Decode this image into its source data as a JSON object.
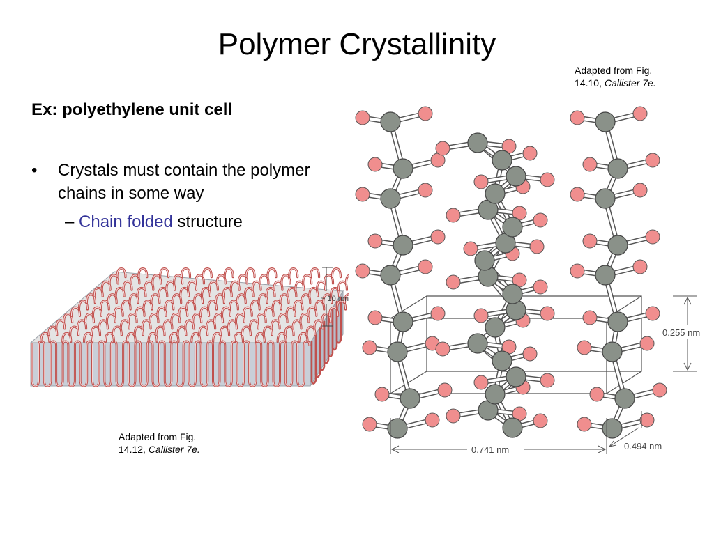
{
  "slide": {
    "title": "Polymer Crystallinity",
    "subtitle": "Ex: polyethylene unit cell",
    "bullet_marker": "•",
    "bullet": "Crystals must contain the polymer chains in some way",
    "sub_marker": "–",
    "sub_accent": "Chain folded",
    "sub_rest": "structure"
  },
  "captions": {
    "top": {
      "prefix": "Adapted from Fig.",
      "line2": "14.10,",
      "source": "Callister 7e."
    },
    "bottom": {
      "prefix": "Adapted from Fig.",
      "line2": "14.12,",
      "source": "Callister 7e."
    }
  },
  "folded_figure": {
    "thickness_label": "~ 10 nm"
  },
  "unit_cell": {
    "dim_height": "0.255 nm",
    "dim_width": "0.741 nm",
    "dim_depth": "0.494 nm"
  },
  "colors": {
    "carbon": "#8a9189",
    "hydrogen": "#f08e8e",
    "chain": "#c0504d",
    "slab_top": "#e4e4e4",
    "slab_side": "#c9cfd8",
    "accent": "#333399"
  }
}
